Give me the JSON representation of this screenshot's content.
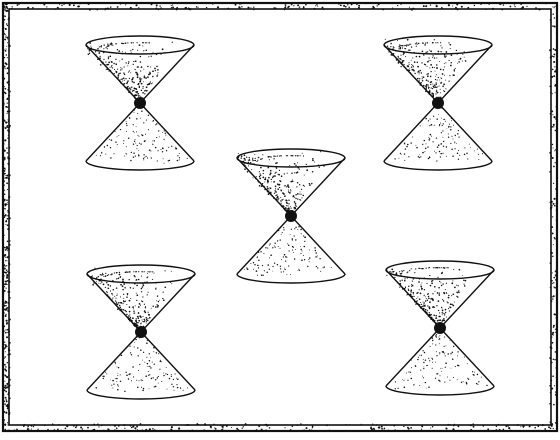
{
  "figure": {
    "description_labels": [],
    "frame": {
      "style": "stippled-border",
      "color": "#111111"
    },
    "elements": [
      {
        "name": "cone-top-left",
        "kind": "double-cone-with-vertex"
      },
      {
        "name": "cone-top-right",
        "kind": "double-cone-with-vertex"
      },
      {
        "name": "cone-center",
        "kind": "double-cone-with-vertex"
      },
      {
        "name": "cone-bottom-left",
        "kind": "double-cone-with-vertex"
      },
      {
        "name": "cone-bottom-right",
        "kind": "double-cone-with-vertex"
      }
    ],
    "colors": {
      "ink": "#111111",
      "paper": "#ffffff"
    }
  }
}
